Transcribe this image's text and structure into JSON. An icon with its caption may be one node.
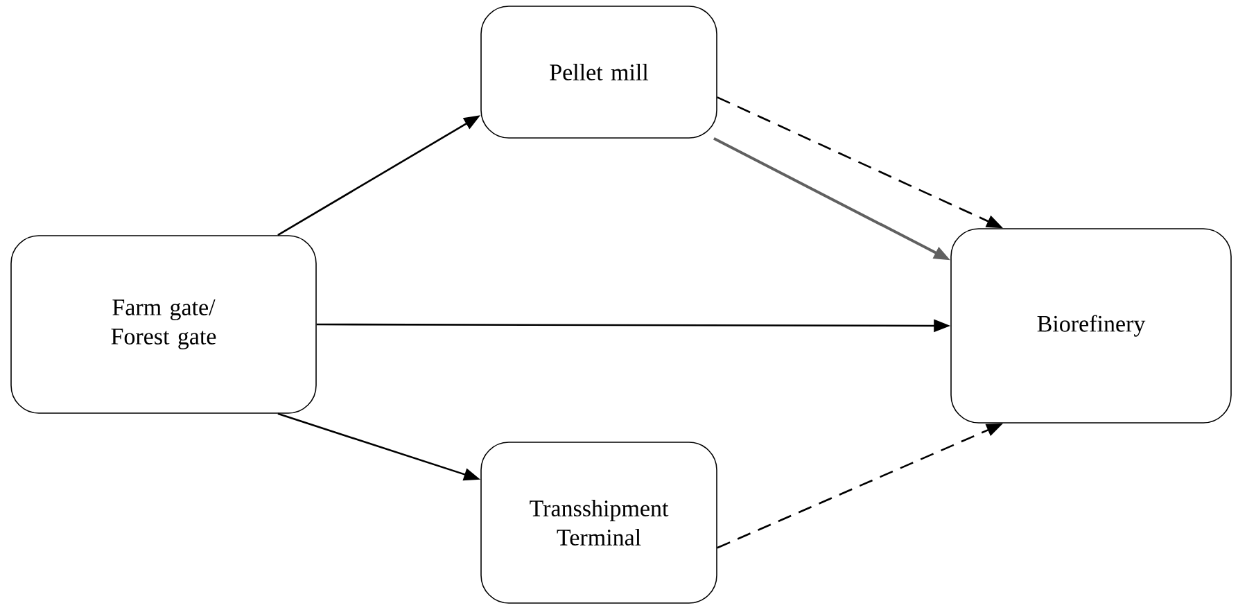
{
  "diagram": {
    "nodes": [
      {
        "text": [
          "Farm gate/ Forest gate"
        ]
      },
      {
        "text": [
          "Pellet mill"
        ]
      },
      {
        "text": [
          "Transshipment Terminal"
        ]
      },
      {
        "text": [
          "Biorefinery"
        ]
      }
    ],
    "edges": [
      {
        "from": 0,
        "to": 1,
        "arrow": "to"
      },
      {
        "from": 0,
        "to": 3,
        "arrow": "to"
      },
      {
        "from": 0,
        "to": 2,
        "arrow": "to"
      },
      {
        "from": 1,
        "to": 3,
        "arrow": "to",
        "style": "dashed"
      },
      {
        "from": 1,
        "to": 3,
        "arrow": "to",
        "color": "#606060"
      },
      {
        "from": 2,
        "to": 3,
        "arrow": "to",
        "style": "dashed"
      }
    ]
  }
}
